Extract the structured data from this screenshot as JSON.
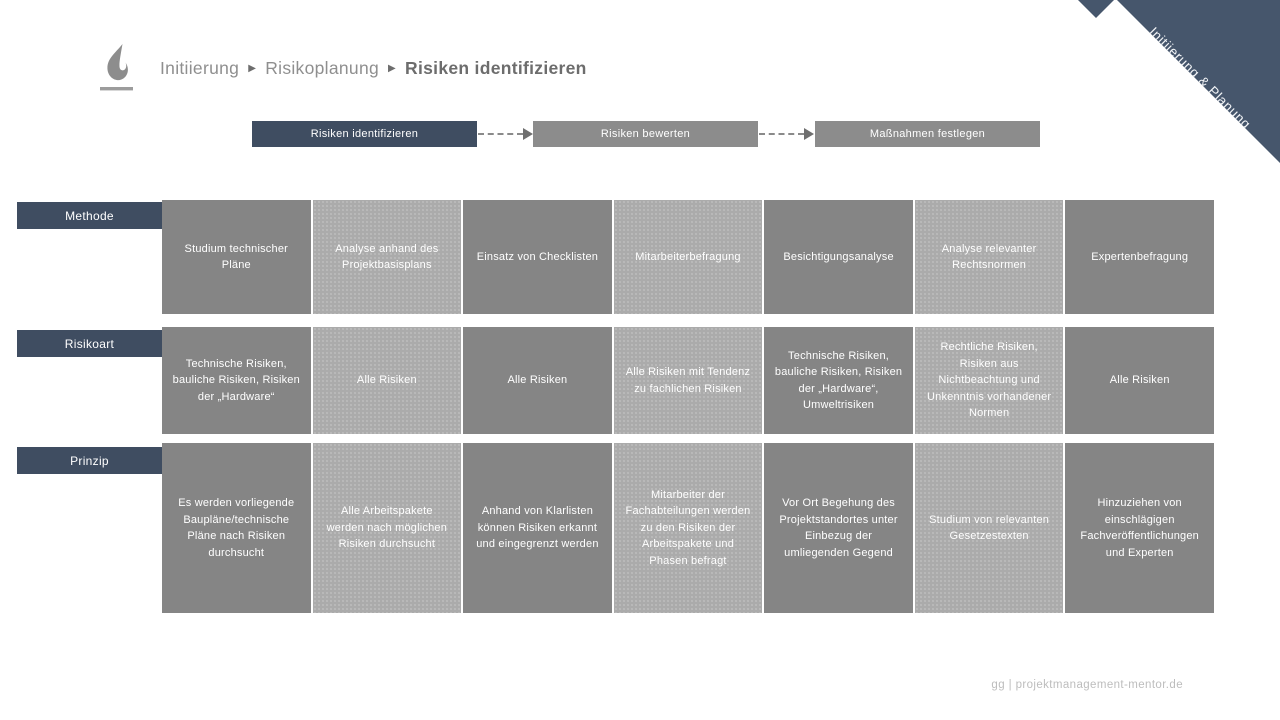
{
  "breadcrumb": {
    "items": [
      "Initiierung",
      "Risikoplanung",
      "Risiken identifizieren"
    ],
    "separator": "▶"
  },
  "ribbon": {
    "label": "Initiierung & Planung"
  },
  "process_steps": [
    {
      "label": "Risiken identifizieren",
      "active": true
    },
    {
      "label": "Risiken bewerten",
      "active": false
    },
    {
      "label": "Maßnahmen festlegen",
      "active": false
    }
  ],
  "matrix": {
    "rows": [
      {
        "label": "Methode",
        "cells": [
          "Studium technischer Pläne",
          "Analyse anhand des Projektbasisplans",
          "Einsatz von Checklisten",
          "Mitarbeiterbefragung",
          "Besichtigungsanalyse",
          "Analyse relevanter Rechtsnormen",
          "Expertenbefragung"
        ]
      },
      {
        "label": "Risikoart",
        "cells": [
          "Technische Risiken, bauliche Risiken, Risiken der „Hardware“",
          "Alle Risiken",
          "Alle Risiken",
          "Alle Risiken mit Tendenz zu fachlichen Risiken",
          "Technische Risiken, bauliche Risiken, Risiken der „Hardware“, Umweltrisiken",
          "Rechtliche Risiken, Risiken aus Nichtbeachtung und Unkenntnis vorhandener Normen",
          "Alle Risiken"
        ]
      },
      {
        "label": "Prinzip",
        "cells": [
          "Es werden vorliegende Baupläne/technische Pläne nach Risiken durchsucht",
          "Alle Arbeitspakete werden nach möglichen Risiken durchsucht",
          "Anhand von Klarlisten können Risiken erkannt und eingegrenzt werden",
          "Mitarbeiter der Fachabteilungen werden zu den Risiken der Arbeitspakete und Phasen befragt",
          "Vor Ort Begehung des Projektstandortes unter Einbezug der umliegenden Gegend",
          "Studium von relevanten Gesetzestexten",
          "Hinzuziehen von einschlägigen Fachveröffentlichungen und Experten"
        ]
      }
    ]
  },
  "footer": {
    "credit": "gg | projektmanagement-mentor.de"
  },
  "colors": {
    "accent_dark_slate": "#3f4d61",
    "ribbon_slate": "#46566c",
    "step_gray": "#8c8c8c",
    "cell_dark_gray": "#858585",
    "cell_light_gray": "#ababab",
    "text_on_fill": "#ffffff",
    "breadcrumb_gray": "#8f8f8f"
  }
}
